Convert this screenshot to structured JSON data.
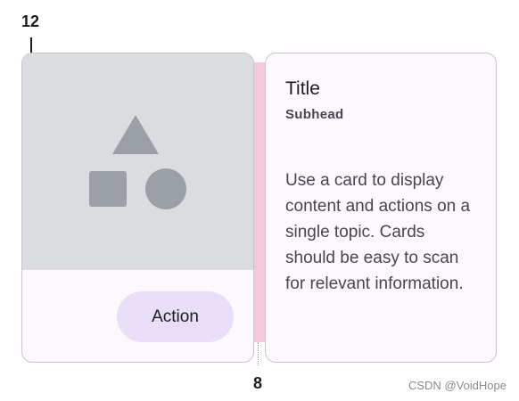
{
  "annotations": {
    "corner_radius_label": "12",
    "gap_label": "8"
  },
  "media_card": {
    "action_label": "Action",
    "media_icons": [
      "triangle-icon",
      "square-icon",
      "circle-icon"
    ]
  },
  "text_card": {
    "title": "Title",
    "subhead": "Subhead",
    "body": "Use a card to display content and actions on a single topic. Cards should be easy to scan for relevant information."
  },
  "watermark": "CSDN @VoidHope",
  "colors": {
    "card_background": "#fdf8fd",
    "card_outline": "#cac4d0",
    "media_background": "#dadcdf",
    "media_shapes": "#9aa0a6",
    "action_button": "#e8def8",
    "gap_highlight": "#f3c9d9"
  }
}
